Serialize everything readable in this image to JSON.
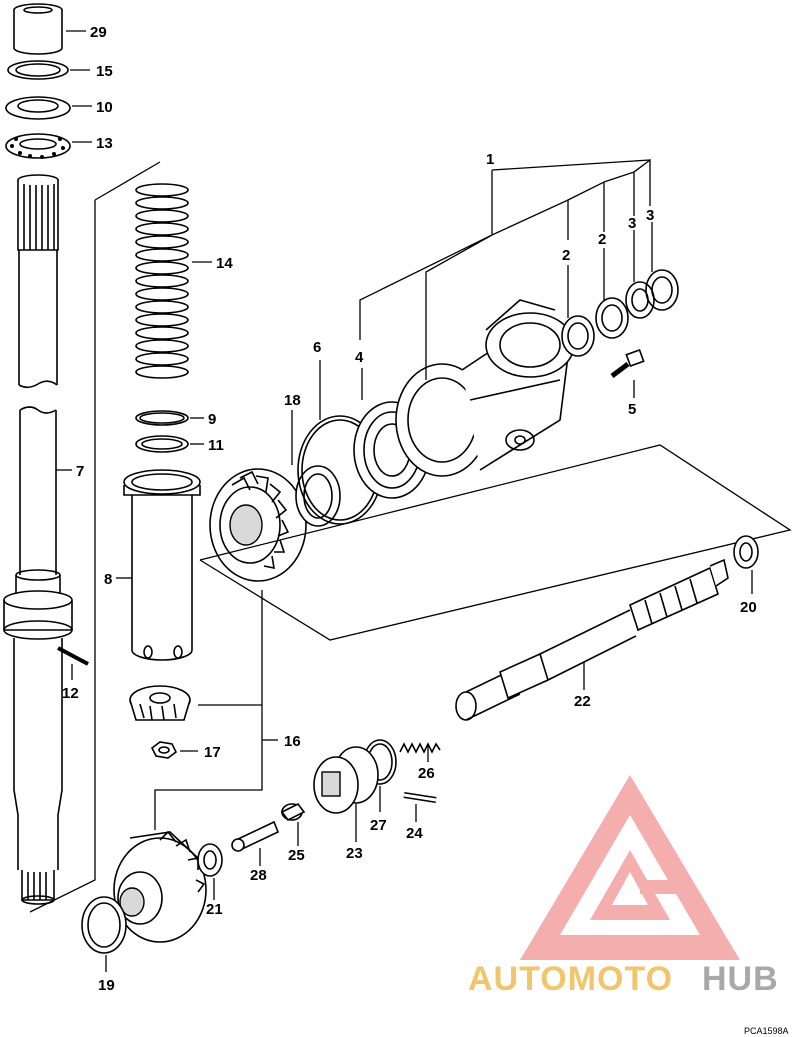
{
  "diagram": {
    "drawing_code": "PCA1598A",
    "callouts": {
      "c1": "1",
      "c2a": "2",
      "c2b": "2",
      "c3a": "3",
      "c3b": "3",
      "c4": "4",
      "c5": "5",
      "c6": "6",
      "c7": "7",
      "c8": "8",
      "c9": "9",
      "c10": "10",
      "c11": "11",
      "c12": "12",
      "c13": "13",
      "c14": "14",
      "c15": "15",
      "c16": "16",
      "c17": "17",
      "c18": "18",
      "c19": "19",
      "c20": "20",
      "c21": "21",
      "c22": "22",
      "c23": "23",
      "c24": "24",
      "c25": "25",
      "c26": "26",
      "c27": "27",
      "c28": "28",
      "c29": "29"
    }
  },
  "watermark": {
    "part1": "AUTOMOTO",
    "part2": "HUB",
    "color_primary": "#f08080",
    "color_secondary": "#b0b0b0",
    "color_gold": "#f2c46b"
  }
}
